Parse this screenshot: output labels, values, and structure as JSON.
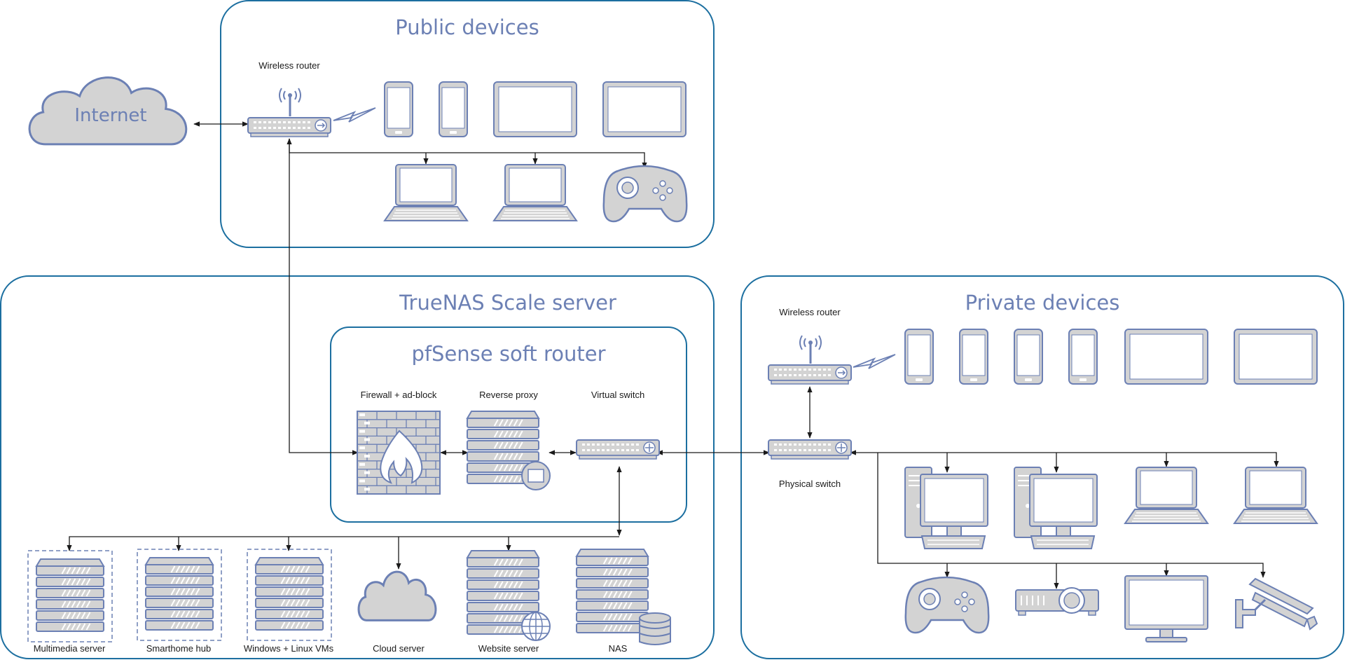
{
  "colors": {
    "container_border": "#1c6fa0",
    "icon_fill": "#d3d3d3",
    "icon_stroke": "#6c80b4",
    "title_text": "#6c80b4",
    "connector": "#1a1a1a"
  },
  "groups": {
    "public_title": "Public devices",
    "truenas_title": "TrueNAS Scale server",
    "pfsense_title": "pfSense soft router",
    "private_title": "Private devices"
  },
  "internet_label": "Internet",
  "labels": {
    "pub_router": "Wireless router",
    "firewall": "Firewall + ad-block",
    "reverse_proxy": "Reverse proxy",
    "virtual_switch": "Virtual switch",
    "priv_router": "Wireless router",
    "physical_switch": "Physical switch",
    "multimedia": "Multimedia server",
    "smarthome": "Smarthome hub",
    "vms": "Windows + Linux VMs",
    "cloud": "Cloud server",
    "website": "Website server",
    "nas": "NAS"
  },
  "icons": {
    "cloud": "cloud-icon",
    "router": "wireless-router-icon",
    "phone": "smartphone-icon",
    "tablet": "tablet-icon",
    "laptop": "laptop-icon",
    "gamepad": "gamepad-icon",
    "firewall": "firewall-icon",
    "server": "server-icon",
    "switch": "network-switch-icon",
    "desktop": "desktop-computer-icon",
    "projector": "projector-icon",
    "monitor": "monitor-icon",
    "camera": "security-camera-icon",
    "globe": "globe-icon",
    "database": "database-icon"
  }
}
